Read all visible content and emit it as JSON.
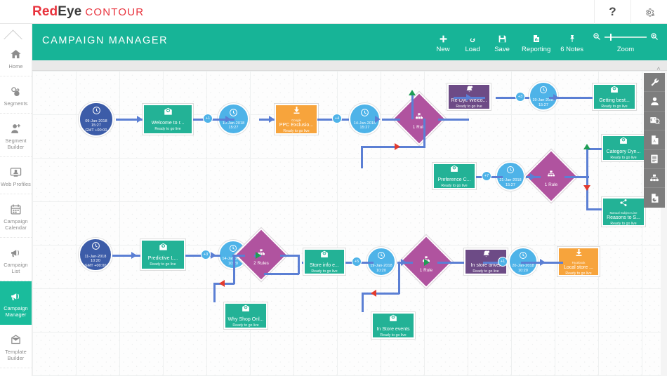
{
  "topbar": {
    "brand_red": "Red",
    "brand_dark": "Eye",
    "brand_product": "CONTOUR",
    "help_icon": "question-mark-icon",
    "help_label": "?",
    "settings_icon": "gear-icon"
  },
  "sidebar": {
    "items": [
      {
        "label": "Home",
        "icon": "home-icon",
        "active": false
      },
      {
        "label": "Segments",
        "icon": "segments-icon",
        "active": false
      },
      {
        "label": "Segment Builder",
        "icon": "segment-builder-icon",
        "active": false
      },
      {
        "label": "Web Profiles",
        "icon": "web-profiles-icon",
        "active": false
      },
      {
        "label": "Campaign Calendar",
        "icon": "calendar-icon",
        "active": false
      },
      {
        "label": "Campaign List",
        "icon": "megaphone-icon",
        "active": false
      },
      {
        "label": "Campaign Manager",
        "icon": "megaphone-icon",
        "active": true
      },
      {
        "label": "Template Builder",
        "icon": "envelope-icon",
        "active": false
      }
    ]
  },
  "header": {
    "title": "CAMPAIGN MANAGER",
    "accent_color": "#17b497",
    "tools": [
      {
        "label": "New",
        "icon": "plus-icon"
      },
      {
        "label": "Load",
        "icon": "load-icon"
      },
      {
        "label": "Save",
        "icon": "floppy-disk-icon"
      },
      {
        "label": "Reporting",
        "icon": "report-document-icon"
      },
      {
        "label": "6 Notes",
        "icon": "pin-icon"
      }
    ],
    "zoom": {
      "label": "Zoom",
      "zoom_out_icon": "magnifier-minus-icon",
      "zoom_in_icon": "magnifier-plus-icon",
      "value": 15
    }
  },
  "right_rail": {
    "collapse_icon": "chevron-up-icon",
    "items": [
      {
        "icon": "wrench-icon",
        "name": "tools"
      },
      {
        "icon": "person-icon",
        "name": "audience"
      },
      {
        "icon": "code-image-icon",
        "name": "content"
      },
      {
        "icon": "text-document-icon",
        "name": "text-block"
      },
      {
        "icon": "list-document-icon",
        "name": "list"
      },
      {
        "icon": "hierarchy-icon",
        "name": "rules"
      },
      {
        "icon": "chart-document-icon",
        "name": "reports"
      }
    ]
  },
  "flow": {
    "nodes": [
      {
        "id": "s1",
        "type": "start",
        "icon": "clock-icon",
        "lines": [
          "09-Jan-2018",
          "15:27",
          "GMT +00:00"
        ]
      },
      {
        "id": "e1",
        "type": "email",
        "icon": "envelope-plus-icon",
        "title": "Welcome to r...",
        "status": "Ready to go live"
      },
      {
        "id": "b1",
        "type": "badge",
        "label": "+1"
      },
      {
        "id": "w1",
        "type": "wait",
        "icon": "clock-icon",
        "lines": [
          "10-Jan-2018",
          "15:27"
        ]
      },
      {
        "id": "g1",
        "type": "source",
        "icon": "download-icon",
        "top": "Google",
        "title": "PPC Exclusio...",
        "status": "Ready to go live"
      },
      {
        "id": "b2",
        "type": "badge",
        "label": "+4"
      },
      {
        "id": "w2",
        "type": "wait",
        "icon": "clock-icon",
        "lines": [
          "14-Jan-2018",
          "15:27"
        ]
      },
      {
        "id": "r1",
        "type": "rule",
        "icon": "hierarchy-icon",
        "title": "1 Rule"
      },
      {
        "id": "p1",
        "type": "push",
        "icon": "bell-icon",
        "title": "Re-Dye Welco...",
        "status": "Ready to go live"
      },
      {
        "id": "b3",
        "type": "badge",
        "label": "+3"
      },
      {
        "id": "w3",
        "type": "wait",
        "icon": "clock-icon",
        "lines": [
          "19-Jan-2018",
          "15:27"
        ]
      },
      {
        "id": "e2",
        "type": "email",
        "icon": "envelope-plus-icon",
        "title": "Getting best...",
        "status": "Ready to go live"
      },
      {
        "id": "e3",
        "type": "email",
        "icon": "envelope-plus-icon",
        "title": "Preference C...",
        "status": "Ready to go live"
      },
      {
        "id": "b4",
        "type": "badge",
        "label": "+7"
      },
      {
        "id": "w4",
        "type": "wait",
        "icon": "clock-icon",
        "lines": [
          "21-Jan-2018",
          "15:27"
        ]
      },
      {
        "id": "r2",
        "type": "rule",
        "icon": "hierarchy-icon",
        "title": "1 Rule"
      },
      {
        "id": "e4",
        "type": "email",
        "icon": "envelope-plus-icon",
        "title": "Category Dyn...",
        "status": "Ready to go live"
      },
      {
        "id": "e5",
        "type": "social",
        "icon": "share-icon",
        "top": "Manual Subject Line",
        "title": "Reasons to S...",
        "status": "Ready to go live"
      },
      {
        "id": "s2",
        "type": "start",
        "icon": "clock-icon",
        "lines": [
          "11-Jan-2018",
          "10:20",
          "GMT +00:00"
        ]
      },
      {
        "id": "e6",
        "type": "email",
        "icon": "envelope-plus-icon",
        "title": "Predictive L...",
        "status": "Ready to go live"
      },
      {
        "id": "b5",
        "type": "badge",
        "label": "+3"
      },
      {
        "id": "w5",
        "type": "wait",
        "icon": "clock-icon",
        "lines": [
          "14-Jan-2018",
          "10:20"
        ]
      },
      {
        "id": "r3",
        "type": "rule",
        "icon": "hierarchy-icon",
        "title": "2 Rules"
      },
      {
        "id": "e7",
        "type": "email",
        "icon": "envelope-plus-icon",
        "title": "Store info e...",
        "status": "Ready to go live"
      },
      {
        "id": "b6",
        "type": "badge",
        "label": "+5"
      },
      {
        "id": "w6",
        "type": "wait",
        "icon": "clock-icon",
        "lines": [
          "19-Jan-2018",
          "10:20"
        ]
      },
      {
        "id": "r4",
        "type": "rule",
        "icon": "hierarchy-icon",
        "title": "1 Rule"
      },
      {
        "id": "p2",
        "type": "push",
        "icon": "bell-icon",
        "title": "In store driver",
        "status": "Ready to go live"
      },
      {
        "id": "b7",
        "type": "badge",
        "label": "+1"
      },
      {
        "id": "w7",
        "type": "wait",
        "icon": "clock-icon",
        "lines": [
          "20-Jan-2018",
          "10:20"
        ]
      },
      {
        "id": "f1",
        "type": "source",
        "icon": "download-icon",
        "top": "Facebook",
        "title": "Local store ...",
        "status": "Ready to go live"
      },
      {
        "id": "e8",
        "type": "email",
        "icon": "envelope-plus-icon",
        "title": "Why Shop Onl...",
        "status": "Ready to go live"
      },
      {
        "id": "e9",
        "type": "email",
        "icon": "envelope-plus-icon",
        "title": "In Store events",
        "status": "Ready to go live"
      }
    ],
    "colors": {
      "link": "#5b7fd4",
      "start": "#3c5ca8",
      "wait": "#4eb3e8",
      "email": "#23b296",
      "source": "#f7a43c",
      "push": "#6d4b86",
      "rule": "#b0539f",
      "yes_arrow": "#1f9d55",
      "no_arrow": "#e23b2e"
    }
  }
}
